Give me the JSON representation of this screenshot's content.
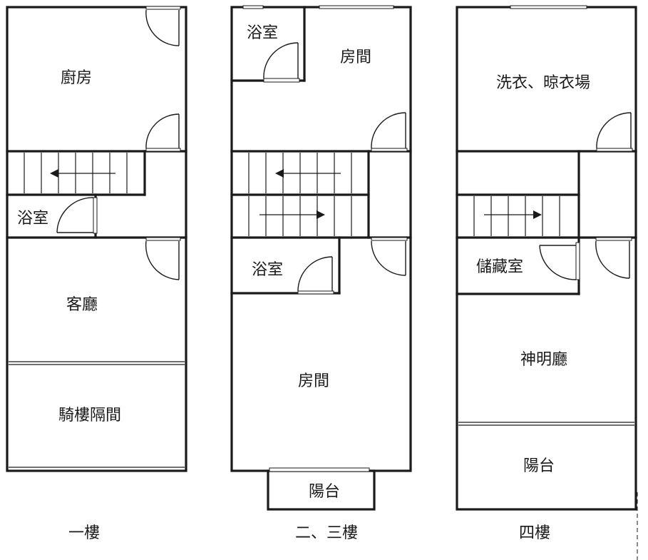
{
  "floors": [
    {
      "id": "floor-1",
      "caption": "一樓",
      "rooms": [
        {
          "id": "kitchen",
          "label": "廚房"
        },
        {
          "id": "bathroom",
          "label": "浴室"
        },
        {
          "id": "living-room",
          "label": "客廳"
        },
        {
          "id": "arcade-partition",
          "label": "騎樓隔間"
        }
      ]
    },
    {
      "id": "floor-2-3",
      "caption": "二、三樓",
      "rooms": [
        {
          "id": "bathroom-top",
          "label": "浴室"
        },
        {
          "id": "bedroom-top",
          "label": "房間"
        },
        {
          "id": "bathroom-mid",
          "label": "浴室"
        },
        {
          "id": "bedroom-main",
          "label": "房間"
        },
        {
          "id": "balcony",
          "label": "陽台"
        }
      ]
    },
    {
      "id": "floor-4",
      "caption": "四樓",
      "rooms": [
        {
          "id": "laundry",
          "label": "洗衣、晾衣場"
        },
        {
          "id": "storage",
          "label": "儲藏室"
        },
        {
          "id": "shrine-hall",
          "label": "神明廳"
        },
        {
          "id": "balcony",
          "label": "陽台"
        }
      ]
    }
  ]
}
